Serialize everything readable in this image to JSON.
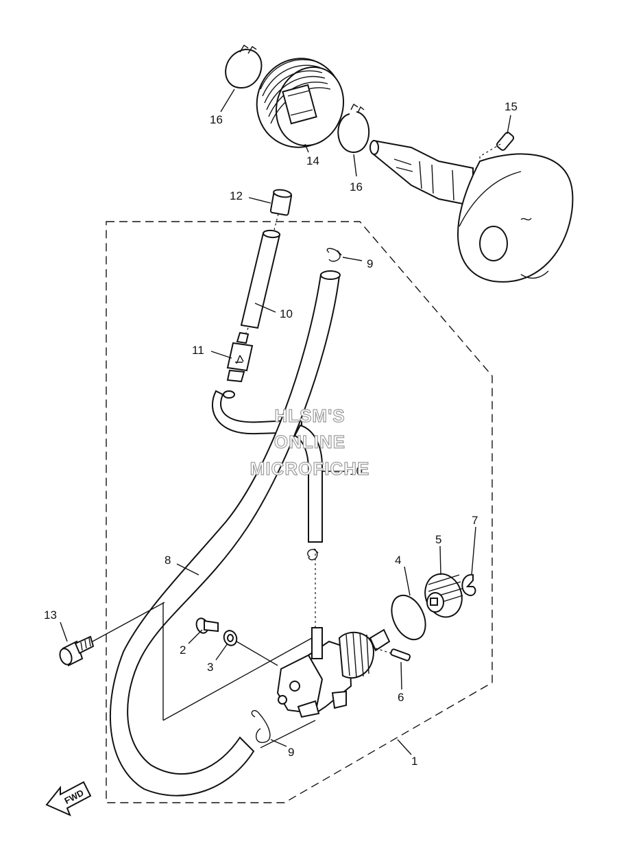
{
  "watermark": {
    "line1": "HLSM'S",
    "line2": "ONLINE",
    "line3": "MICROFICHE"
  },
  "fwd_label": "FWD",
  "callouts": {
    "c1": "1",
    "c2": "2",
    "c3": "3",
    "c4": "4",
    "c5": "5",
    "c6": "6",
    "c7": "7",
    "c8": "8",
    "c9a": "9",
    "c9b": "9",
    "c10a": "10",
    "c10b": "10",
    "c11": "11",
    "c12": "12",
    "c13": "13",
    "c14": "14",
    "c15": "15",
    "c16a": "16",
    "c16b": "16"
  }
}
